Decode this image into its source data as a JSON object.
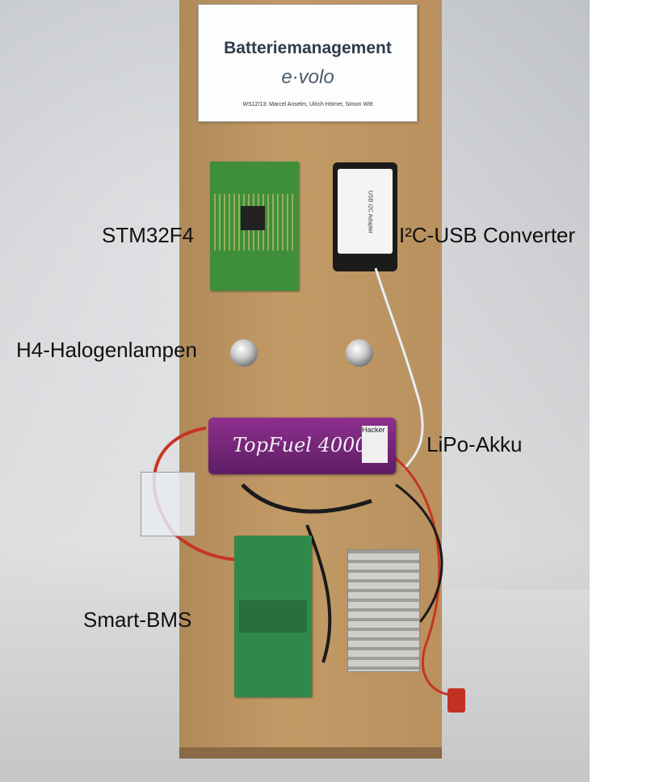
{
  "sign": {
    "title": "Batteriemanagement",
    "logo": "e·volo",
    "credits": "WS12/13: Marcel Anselm, Ulrich Hörner, Simon Witt"
  },
  "labels": {
    "stm": "STM32F4",
    "i2c": "I²C-USB Converter",
    "halogen": "H4-Halogenlampen",
    "lipo": "LiPo-Akku",
    "bms": "Smart-BMS"
  },
  "components": {
    "battery_text": "TopFuel 4000",
    "battery_brand": "Hacker",
    "usb_adapter_text": "USB I2C Adapter"
  }
}
